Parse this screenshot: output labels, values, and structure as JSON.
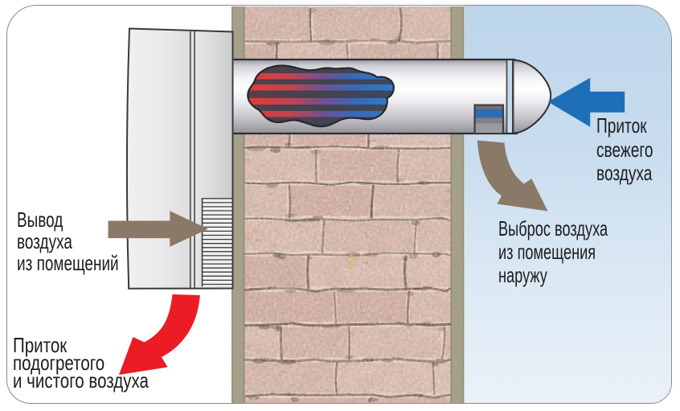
{
  "diagram": {
    "title": "Supply-exhaust wall ventilation unit (air flow scheme)",
    "language": "ru"
  },
  "labels": {
    "exhaust_from_rooms": {
      "line1": "Вывод",
      "line2": "воздуха",
      "line3": "из помещений"
    },
    "heated_clean_supply": {
      "line1": "Приток",
      "line2": "подогретого",
      "line3": "и чистого воздуха"
    },
    "fresh_air_intake": {
      "line1": "Приток",
      "line2": "свежего",
      "line3": "воздуха"
    },
    "exhaust_to_outside": {
      "line1": "Выброс воздуха",
      "line2": "из помещения",
      "line3": "наружу"
    }
  },
  "colors": {
    "arrow_red": "#ec1c24",
    "arrow_blue": "#1d70b7",
    "arrow_brown": "#8b7968",
    "wall_plaster": "#a4a18a",
    "brick": "#d8b6ad",
    "mortar": "#e7d1c8",
    "outdoor_sky_top": "#bdd5ea",
    "outdoor_sky_bottom": "#eaf1f8",
    "unit_body": "#e6e6e8",
    "duct_metal": "#ffffff",
    "heat_exchange_hot": "#d43a3a",
    "heat_exchange_cold": "#2d79c9",
    "text": "#1d1d1f"
  }
}
